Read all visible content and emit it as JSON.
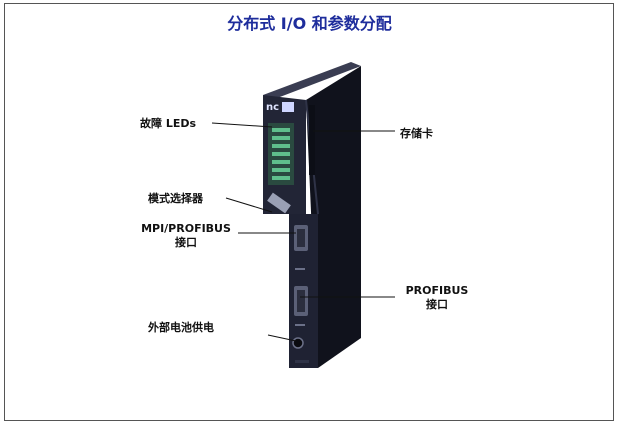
{
  "title": "分布式 I/O 和参数分配",
  "labels": {
    "fault_leds": "故障 LEDs",
    "memory_card": "存储卡",
    "mode_selector": "模式选择器",
    "mpi_profibus_line1": "MPI/PROFIBUS",
    "mpi_profibus_line2": "接口",
    "profibus_line1": "PROFIBUS",
    "profibus_line2": "接口",
    "external_battery": "外部电池供电"
  },
  "colors": {
    "title": "#1e2d9c",
    "module_body": "#1b1e2e",
    "leds": "#5fbf8c"
  }
}
